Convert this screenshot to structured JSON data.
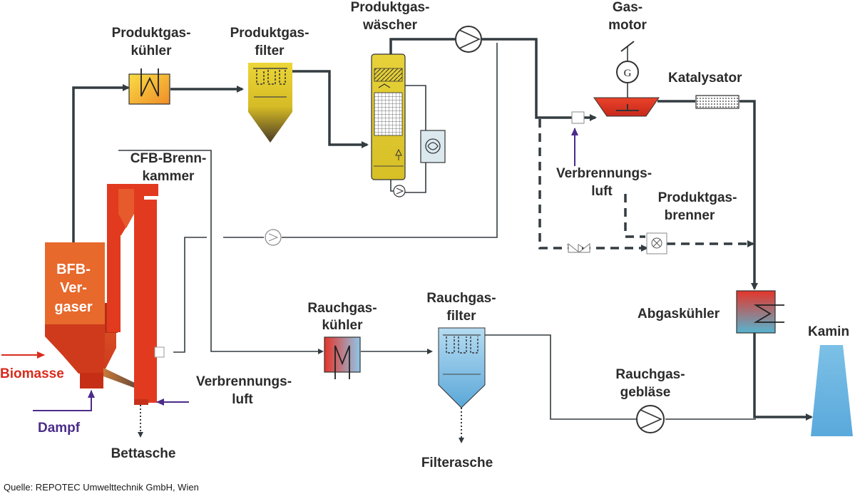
{
  "labels": {
    "produktgas_kuehler": [
      "Produktgas-",
      "kühler"
    ],
    "produktgas_filter": [
      "Produktgas-",
      "filter"
    ],
    "produktgas_waescher": [
      "Produktgas-",
      "wäscher"
    ],
    "gasmotor": [
      "Gas-",
      "motor"
    ],
    "katalysator": "Katalysator",
    "cfb_brennkammer": [
      "CFB-Brenn-",
      "kammer"
    ],
    "verbrennungsluft_top": [
      "Verbrennungs-",
      "luft"
    ],
    "produktgas_brenner": [
      "Produktgas-",
      "brenner"
    ],
    "bfb_vergaser": [
      "BFB-",
      "Ver-",
      "gaser"
    ],
    "rauchgas_kuehler": [
      "Rauchgas-",
      "kühler"
    ],
    "rauchgas_filter": [
      "Rauchgas-",
      "filter"
    ],
    "abgaskuehler": "Abgaskühler",
    "kamin": "Kamin",
    "biomasse": "Biomasse",
    "verbrennungsluft_bottom": [
      "Verbrennungs-",
      "luft"
    ],
    "rauchgas_geblaese": [
      "Rauchgas-",
      "gebläse"
    ],
    "dampf": "Dampf",
    "bettasche": "Bettasche",
    "filterasche": "Filterasche",
    "generator_symbol": "G"
  },
  "source": "Quelle: REPOTEC Umwelttechnik GmbH, Wien",
  "colors": {
    "line": "#333c40",
    "gasifier_top": "#e8632a",
    "gasifier_bottom": "#c62f16",
    "combustor": "#e23a1f",
    "filter_yellow": "#e3cf2a",
    "filter_dark": "#4a3a25",
    "cooler_yellow": "#f6d23d",
    "cooler_orange": "#f19a2a",
    "flue_blue": "#8ec6e8",
    "flue_red": "#e5352a",
    "stack_blue": "#6bb4e0",
    "biomasse_red": "#d92b1c",
    "dampf_purple": "#4b2c8a"
  }
}
